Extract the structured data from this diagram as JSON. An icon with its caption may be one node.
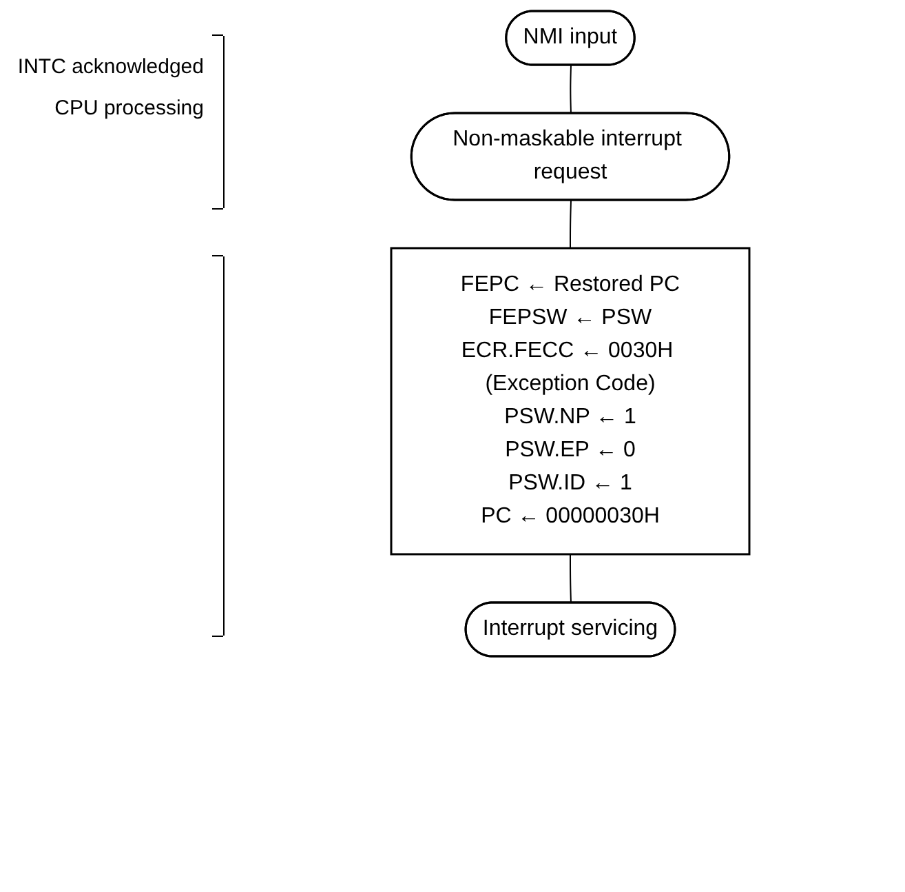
{
  "diagram": {
    "nodes": [
      {
        "text": [
          "NMI input"
        ]
      },
      {
        "text": [
          "Non-maskable interrupt request"
        ]
      },
      {
        "text": [
          "FEPC ← Restored PC",
          "FEPSW ← PSW",
          "ECR.FECC ← 0030H (Exception Code)",
          "PSW.NP ← 1",
          "PSW.EP ← 0",
          "PSW.ID ← 1",
          "PC ← 00000030H"
        ]
      },
      {
        "text": [
          "Interrupt servicing"
        ]
      }
    ],
    "edges": [
      {
        "from": 0,
        "to": 1,
        "arrow": "none"
      },
      {
        "from": 1,
        "to": 2,
        "arrow": "none"
      },
      {
        "from": 2,
        "to": 3,
        "arrow": "none"
      }
    ],
    "labels": [
      "INTC acknowledged",
      "CPU processing"
    ]
  }
}
